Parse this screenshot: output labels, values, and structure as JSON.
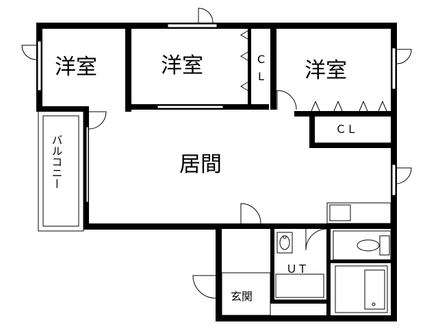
{
  "rooms": {
    "bedroom_left": "洋室",
    "bedroom_center": "洋室",
    "bedroom_right": "洋室",
    "closet_small_c": "C",
    "closet_small_l": "L",
    "closet_right": "ＣＬ",
    "living": "居間",
    "balcony": "バルコニー",
    "utility": "ＵＴ",
    "entrance": "玄関"
  },
  "colors": {
    "wall": "#000000",
    "background": "#ffffff"
  }
}
